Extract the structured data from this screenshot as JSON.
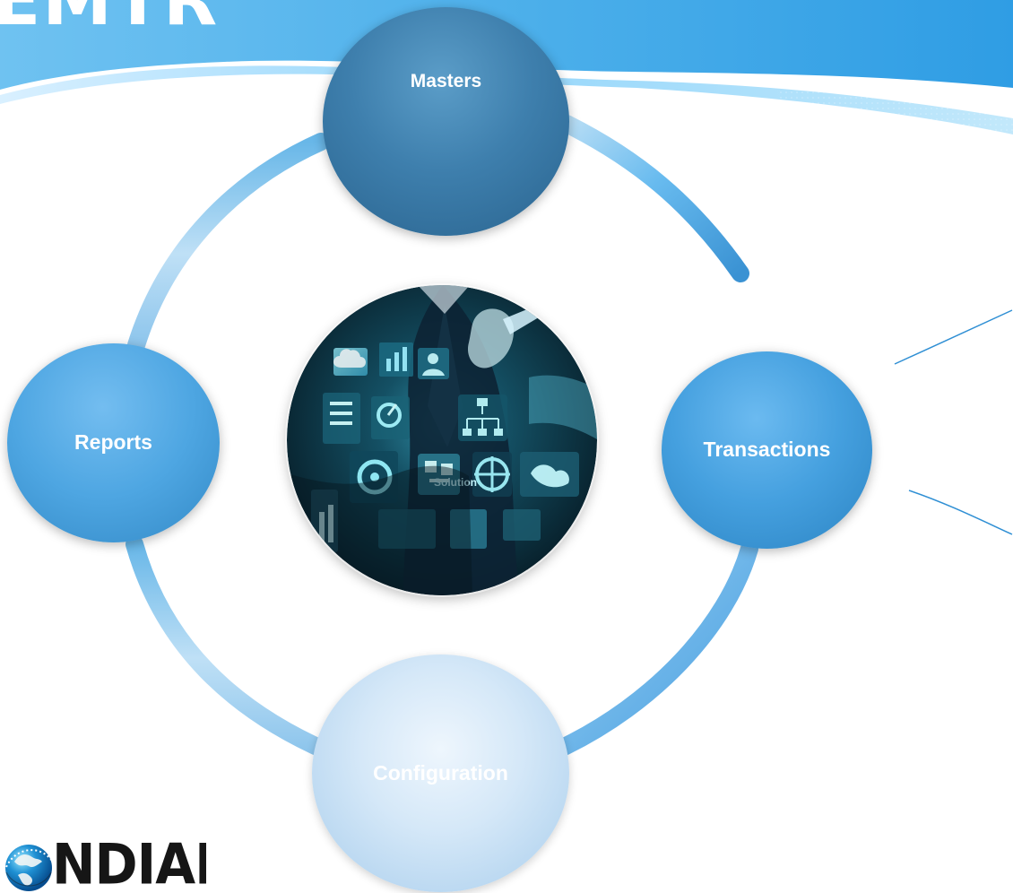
{
  "header": {
    "title": "EMTR"
  },
  "diagram": {
    "nodes": [
      {
        "key": "masters",
        "label": "Masters"
      },
      {
        "key": "transactions",
        "label": "Transactions"
      },
      {
        "key": "configuration",
        "label": "Configuration"
      },
      {
        "key": "reports",
        "label": "Reports"
      }
    ],
    "center_image_text": "Solution"
  },
  "logo": {
    "text": "NDIAL"
  },
  "colors": {
    "header_dark": "#2b9be5",
    "header_light": "#7cc8f7",
    "ring_top": "#6fc1f1",
    "ring_bottom": "#5aa7df",
    "ring_light": "#d7eaf8",
    "masters": "#3e7fad",
    "transactions": "#45a0df",
    "reports": "#4ea6e2",
    "configuration": "#d5e8f8",
    "center_dark": "#0b2c3b",
    "center_glow": "#57c8e8"
  }
}
